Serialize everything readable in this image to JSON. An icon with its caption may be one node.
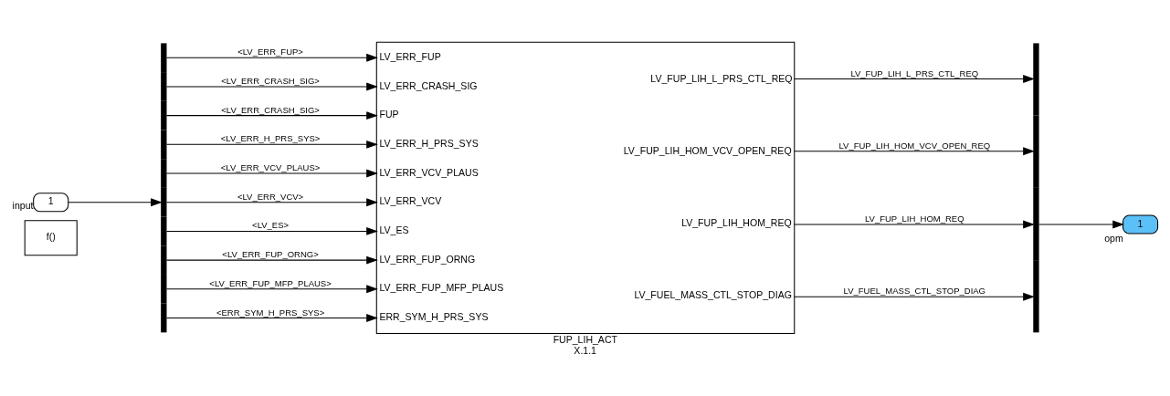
{
  "diagram": {
    "nodes": [
      {
        "text": [
          "f()"
        ]
      },
      {
        "text": [
          "1"
        ],
        "beside": [
          "input"
        ]
      },
      {
        "text": [],
        "shape": "bar"
      },
      {
        "text": [
          "LV_ERR_FUP",
          "LV_ERR_CRASH_SIG",
          "FUP",
          "LV_ERR_H_PRS_SYS",
          "LV_ERR_VCV_PLAUS",
          "LV_ERR_VCV",
          "LV_ES",
          "LV_ERR_FUP_ORNG",
          "LV_ERR_FUP_MFP_PLAUS",
          "ERR_SYM_H_PRS_SYS",
          "LV_FUP_LIH_L_PRS_CTL_REQ",
          "LV_FUP_LIH_HOM_VCV_OPEN_REQ",
          "LV_FUP_LIH_HOM_REQ",
          "LV_FUEL_MASS_CTL_STOP_DIAG"
        ],
        "beside": [
          "FUP_LIH_ACT",
          "X.1.1"
        ]
      },
      {
        "text": [],
        "shape": "bar"
      },
      {
        "text": [
          "1"
        ],
        "beside": [
          "opm"
        ]
      }
    ],
    "edges": [
      {
        "from": 1,
        "to": 2,
        "arrow": "to"
      },
      {
        "from": 2,
        "to": 3,
        "arrow": "to",
        "label": "<LV_ERR_FUP>"
      },
      {
        "from": 2,
        "to": 3,
        "arrow": "to",
        "label": "<LV_ERR_CRASH_SIG>"
      },
      {
        "from": 2,
        "to": 3,
        "arrow": "to",
        "label": "<LV_ERR_CRASH_SIG>"
      },
      {
        "from": 2,
        "to": 3,
        "arrow": "to",
        "label": "<LV_ERR_H_PRS_SYS>"
      },
      {
        "from": 2,
        "to": 3,
        "arrow": "to",
        "label": "<LV_ERR_VCV_PLAUS>"
      },
      {
        "from": 2,
        "to": 3,
        "arrow": "to",
        "label": "<LV_ERR_VCV>"
      },
      {
        "from": 2,
        "to": 3,
        "arrow": "to",
        "label": "<LV_ES>"
      },
      {
        "from": 2,
        "to": 3,
        "arrow": "to",
        "label": "<LV_ERR_FUP_ORNG>"
      },
      {
        "from": 2,
        "to": 3,
        "arrow": "to",
        "label": "<LV_ERR_FUP_MFP_PLAUS>"
      },
      {
        "from": 2,
        "to": 3,
        "arrow": "to",
        "label": "<ERR_SYM_H_PRS_SYS>"
      },
      {
        "from": 3,
        "to": 4,
        "arrow": "to",
        "label": "LV_FUP_LIH_L_PRS_CTL_REQ"
      },
      {
        "from": 3,
        "to": 4,
        "arrow": "to",
        "label": "LV_FUP_LIH_HOM_VCV_OPEN_REQ"
      },
      {
        "from": 3,
        "to": 4,
        "arrow": "to",
        "label": "LV_FUP_LIH_HOM_REQ"
      },
      {
        "from": 3,
        "to": 4,
        "arrow": "to",
        "label": "LV_FUEL_MASS_CTL_STOP_DIAG"
      },
      {
        "from": 4,
        "to": 5,
        "arrow": "to"
      }
    ]
  }
}
